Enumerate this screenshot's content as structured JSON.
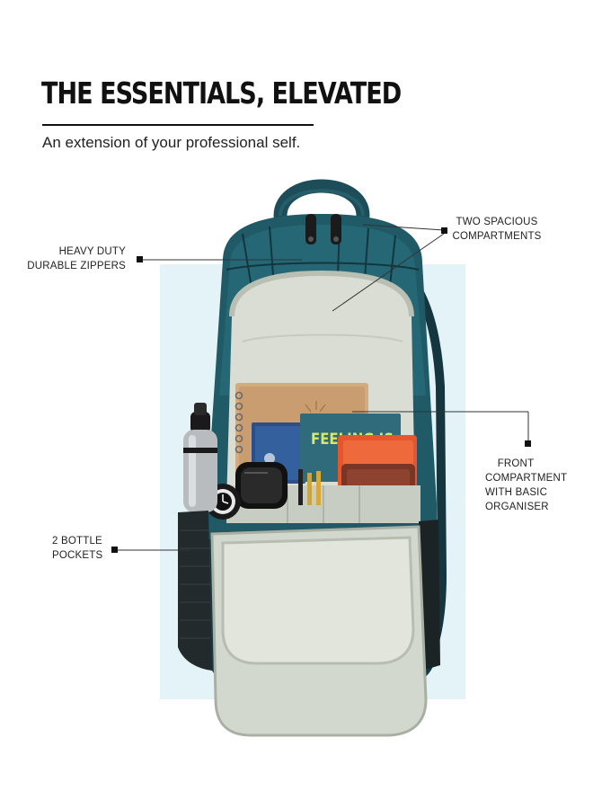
{
  "header": {
    "title": "THE ESSENTIALS, ELEVATED",
    "subtitle": "An extension of your professional self."
  },
  "callouts": {
    "zippers": [
      "HEAVY DUTY",
      "DURABLE ZIPPERS"
    ],
    "compartments": [
      "TWO SPACIOUS",
      "COMPARTMENTS"
    ],
    "front": [
      "FRONT",
      "COMPARTMENT",
      "WITH BASIC",
      "ORGANISER"
    ],
    "bottle": [
      "2 BOTTLE",
      "POCKETS"
    ]
  },
  "contents": {
    "book_text": "FEELING IS"
  },
  "colors": {
    "bag_teal": "#1f5a66",
    "bag_dark": "#163d47",
    "lining": "#d9ddd3",
    "panel_bg": "#e3f3f8",
    "notebook": "#d3ab80",
    "book_teal": "#2f6b7a",
    "orange_notebook": "#e4572e",
    "wallet": "#7b3524"
  }
}
